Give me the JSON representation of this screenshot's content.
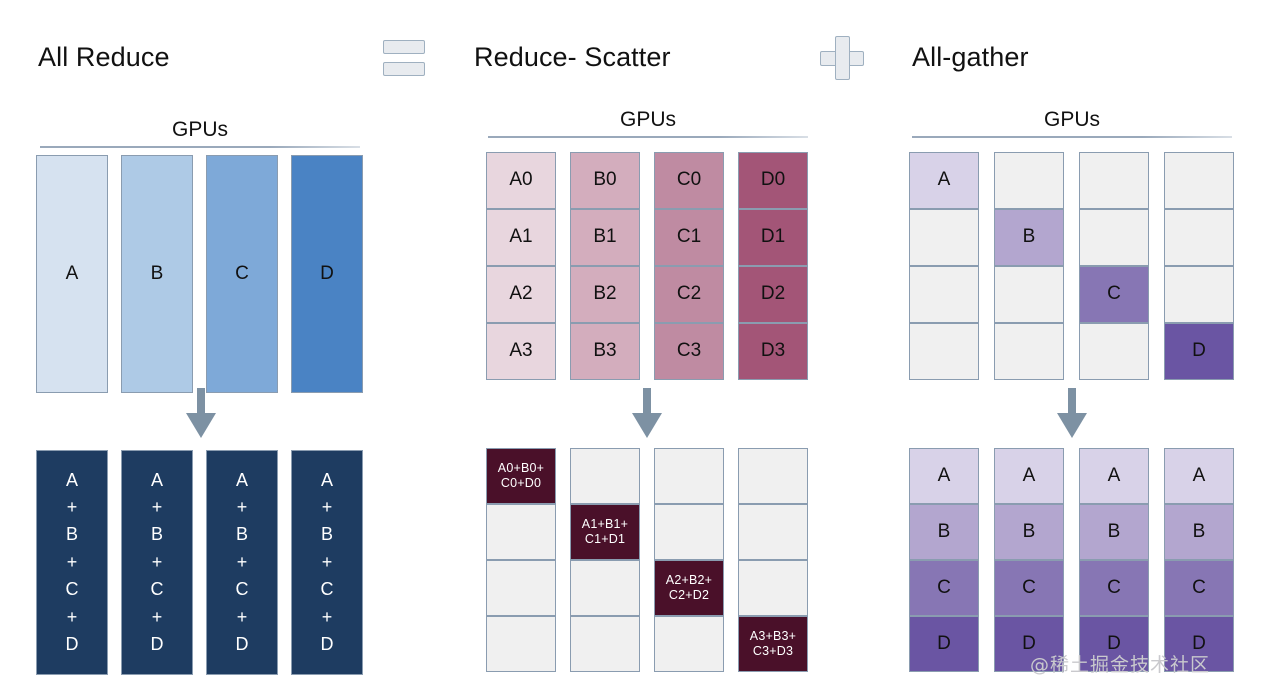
{
  "diagram": {
    "title_operator_equals": "equals-sign",
    "title_operator_plus": "plus-sign"
  },
  "sections": [
    {
      "id": "all-reduce",
      "title": "All Reduce",
      "header": "GPUs",
      "top": {
        "kind": "single-bars",
        "labels": [
          "A",
          "B",
          "C",
          "D"
        ],
        "colors": [
          "#d6e2f0",
          "#aecae6",
          "#7ea9d8",
          "#4a83c4"
        ],
        "text_color": "#111111"
      },
      "bottom": {
        "kind": "single-bars",
        "labels": [
          "A\n+\nB\n+\nC\n+\nD",
          "A\n+\nB\n+\nC\n+\nD",
          "A\n+\nB\n+\nC\n+\nD",
          "A\n+\nB\n+\nC\n+\nD"
        ],
        "lines": [
          "A",
          "+",
          "B",
          "+",
          "C",
          "+",
          "D"
        ],
        "color": "#1e3c61",
        "text_color": "#ffffff"
      }
    },
    {
      "id": "reduce-scatter",
      "title": "Reduce- Scatter",
      "header": "GPUs",
      "top": {
        "kind": "grid",
        "columns": [
          {
            "cells": [
              "A0",
              "A1",
              "A2",
              "A3"
            ],
            "color": "#e8d6de"
          },
          {
            "cells": [
              "B0",
              "B1",
              "B2",
              "B3"
            ],
            "color": "#d3adbd"
          },
          {
            "cells": [
              "C0",
              "C1",
              "C2",
              "C3"
            ],
            "color": "#bf8ba2"
          },
          {
            "cells": [
              "D0",
              "D1",
              "D2",
              "D3"
            ],
            "color": "#a35577"
          }
        ],
        "text_color": "#111111"
      },
      "bottom": {
        "kind": "grid-diagonal",
        "empty_color": "#f0f0f0",
        "filled_color": "#4a1029",
        "filled_text_color": "#ffffff",
        "columns": [
          {
            "filled_row": 0,
            "filled_text": "A0+B0+\nC0+D0",
            "filled_lines": [
              "A0+B0+",
              "C0+D0"
            ]
          },
          {
            "filled_row": 1,
            "filled_text": "A1+B1+\nC1+D1",
            "filled_lines": [
              "A1+B1+",
              "C1+D1"
            ]
          },
          {
            "filled_row": 2,
            "filled_text": "A2+B2+\nC2+D2",
            "filled_lines": [
              "A2+B2+",
              "C2+D2"
            ]
          },
          {
            "filled_row": 3,
            "filled_text": "A3+B3+\nC3+D3",
            "filled_lines": [
              "A3+B3+",
              "C3+D3"
            ]
          }
        ]
      }
    },
    {
      "id": "all-gather",
      "title": "All-gather",
      "header": "GPUs",
      "top": {
        "kind": "grid-diagonal",
        "empty_color": "#f0f0f0",
        "text_color": "#111111",
        "columns": [
          {
            "filled_row": 0,
            "filled_text": "A",
            "color": "#d8d2e8"
          },
          {
            "filled_row": 1,
            "filled_text": "B",
            "color": "#b3a6cf"
          },
          {
            "filled_row": 2,
            "filled_text": "C",
            "color": "#8776b4"
          },
          {
            "filled_row": 3,
            "filled_text": "D",
            "color": "#6a55a3"
          }
        ]
      },
      "bottom": {
        "kind": "grid",
        "row_labels": [
          "A",
          "B",
          "C",
          "D"
        ],
        "row_colors": [
          "#d8d2e8",
          "#b3a6cf",
          "#8776b4",
          "#6a55a3"
        ],
        "text_color": "#111111",
        "column_count": 4
      }
    }
  ],
  "arrows": {
    "label": "down-arrow",
    "color": "#7d91a3",
    "count": 3
  },
  "watermark": "@稀土掘金技术社区"
}
